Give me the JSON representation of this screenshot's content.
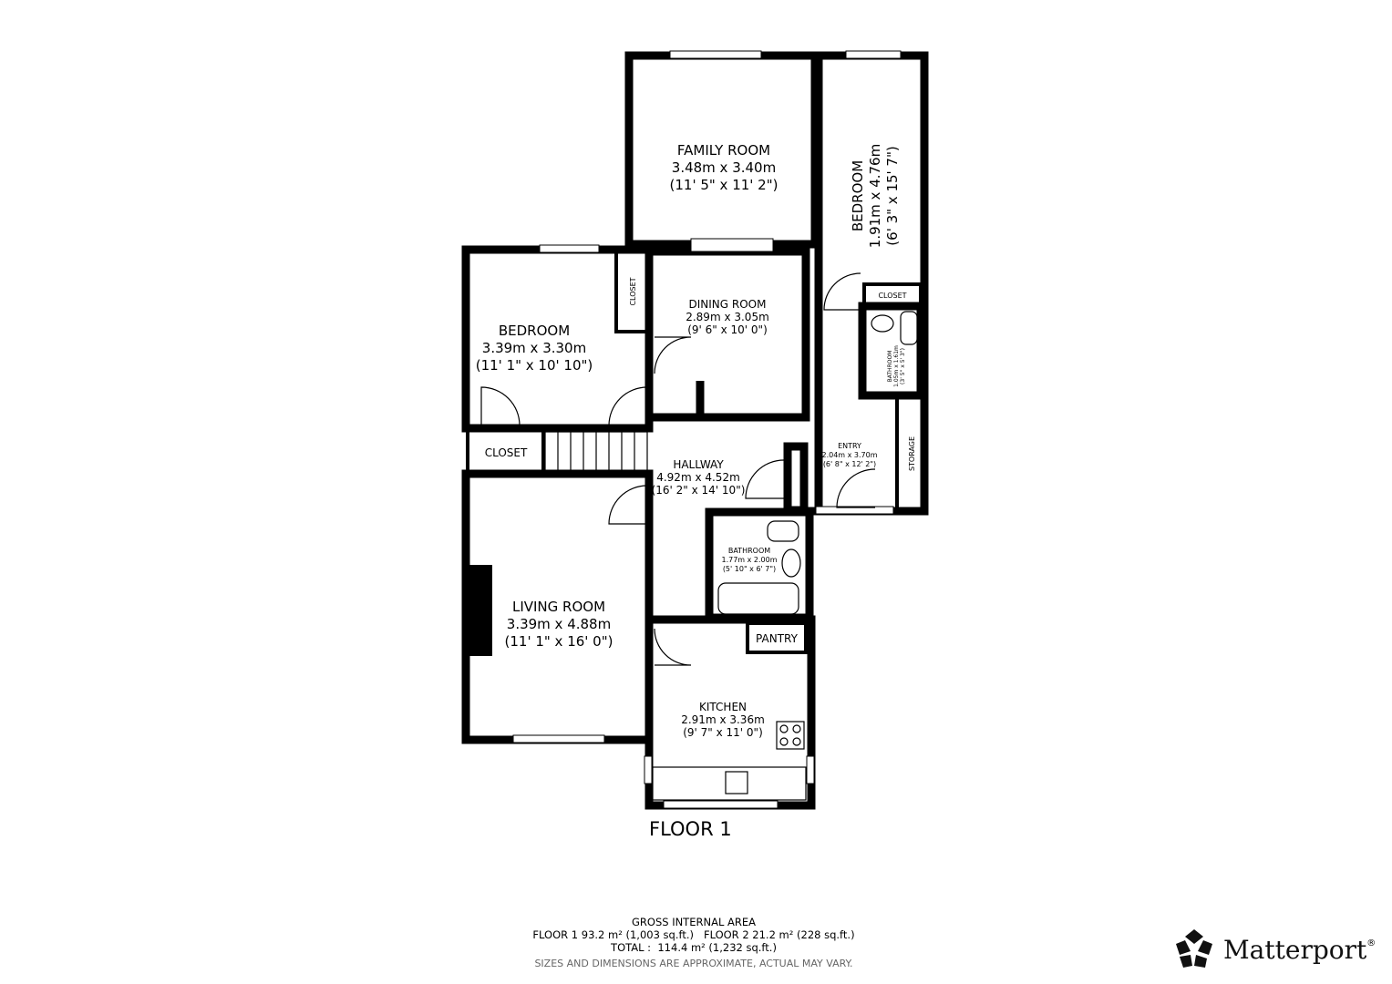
{
  "rooms": {
    "family_room": {
      "name": "FAMILY ROOM",
      "metric": "3.48m x 3.40m",
      "imperial": "(11' 5\" x 11' 2\")"
    },
    "bedroom_right": {
      "name": "BEDROOM",
      "metric": "1.91m x 4.76m",
      "imperial": "(6' 3\" x 15' 7\")"
    },
    "closet_right": {
      "name": "CLOSET"
    },
    "bathroom_small": {
      "name": "BATHROOM",
      "metric": "1.05m x 1.61m",
      "imperial": "(3' 5\" x 5' 3\")"
    },
    "storage": {
      "name": "STORAGE"
    },
    "entry": {
      "name": "ENTRY",
      "metric": "2.04m x 3.70m",
      "imperial": "(6' 8\" x 12' 2\")"
    },
    "dining_room": {
      "name": "DINING ROOM",
      "metric": "2.89m x 3.05m",
      "imperial": "(9' 6\" x 10' 0\")"
    },
    "bedroom_left": {
      "name": "BEDROOM",
      "metric": "3.39m x 3.30m",
      "imperial": "(11' 1\" x 10' 10\")"
    },
    "closet_bedroom": {
      "name": "CLOSET"
    },
    "closet_left": {
      "name": "CLOSET"
    },
    "hallway": {
      "name": "HALLWAY",
      "metric": "4.92m x 4.52m",
      "imperial": "(16' 2\" x 14' 10\")"
    },
    "bathroom": {
      "name": "BATHROOM",
      "metric": "1.77m x 2.00m",
      "imperial": "(5' 10\" x 6' 7\")"
    },
    "living_room": {
      "name": "LIVING ROOM",
      "metric": "3.39m x 4.88m",
      "imperial": "(11' 1\" x 16' 0\")"
    },
    "pantry": {
      "name": "PANTRY"
    },
    "kitchen": {
      "name": "KITCHEN",
      "metric": "2.91m x 3.36m",
      "imperial": "(9' 7\" x 11' 0\")"
    }
  },
  "floor_label": "FLOOR 1",
  "footer": {
    "heading": "GROSS INTERNAL AREA",
    "line1": "FLOOR 1 93.2 m² (1,003 sq.ft.)   FLOOR 2 21.2 m² (228 sq.ft.)",
    "line2": "TOTAL :  114.4 m² (1,232 sq.ft.)",
    "disclaimer": "SIZES AND DIMENSIONS ARE APPROXIMATE, ACTUAL MAY VARY."
  },
  "logo": {
    "text": "Matterport",
    "mark": "®"
  },
  "colors": {
    "wall": "#000000",
    "disclaimer": "#666666"
  }
}
